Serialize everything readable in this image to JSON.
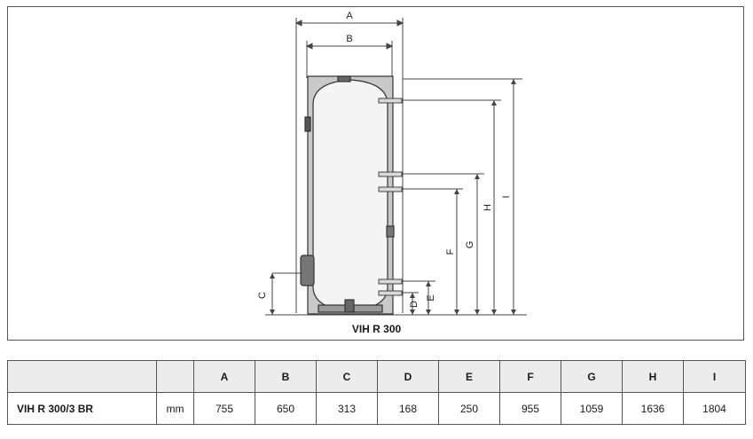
{
  "diagram": {
    "caption": "VIH R 300",
    "labels": {
      "A": "A",
      "B": "B",
      "C": "C",
      "D": "D",
      "E": "E",
      "F": "F",
      "G": "G",
      "H": "H",
      "I": "I"
    }
  },
  "table": {
    "headers": [
      "",
      "",
      "A",
      "B",
      "C",
      "D",
      "E",
      "F",
      "G",
      "H",
      "I"
    ],
    "row": {
      "model": "VIH R 300/3 BR",
      "unit": "mm",
      "values": [
        "755",
        "650",
        "313",
        "168",
        "250",
        "955",
        "1059",
        "1636",
        "1804"
      ]
    }
  }
}
